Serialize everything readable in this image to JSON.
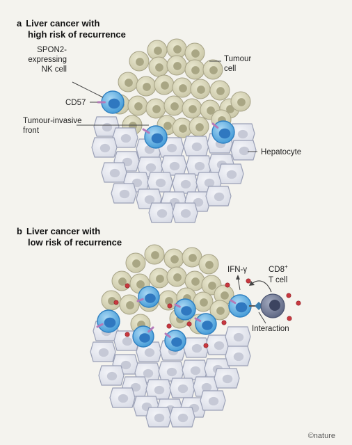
{
  "panel_a": {
    "letter": "a",
    "title_line1": "Liver cancer with",
    "title_line2": "high risk of recurrence",
    "labels": {
      "nk_line1": "SPON2-",
      "nk_line2": "expressing",
      "nk_line3": "NK cell",
      "cd57": "CD57",
      "front_line1": "Tumour-invasive",
      "front_line2": "front",
      "tumour_line1": "Tumour",
      "tumour_line2": "cell",
      "hepatocyte": "Hepatocyte"
    }
  },
  "panel_b": {
    "letter": "b",
    "title_line1": "Liver cancer with",
    "title_line2": "low risk of recurrence",
    "labels": {
      "ifn": "IFN-γ",
      "cd8_main": "CD8",
      "cd8_sup": "+",
      "tcell": "T cell",
      "interaction": "Interaction"
    }
  },
  "credit": "©nature",
  "colors": {
    "tumour_fill": "#d8d5b8",
    "tumour_nucleus": "#a9a684",
    "hepatocyte_fill": "#e6e8f0",
    "hepatocyte_stroke": "#9aa0b6",
    "nk_fill": "#5aaee0",
    "nk_nucleus": "#2f78c0",
    "receptor": "#b57ab8",
    "tcell_fill": "#6c7590",
    "ifn_dot": "#c8383f"
  }
}
